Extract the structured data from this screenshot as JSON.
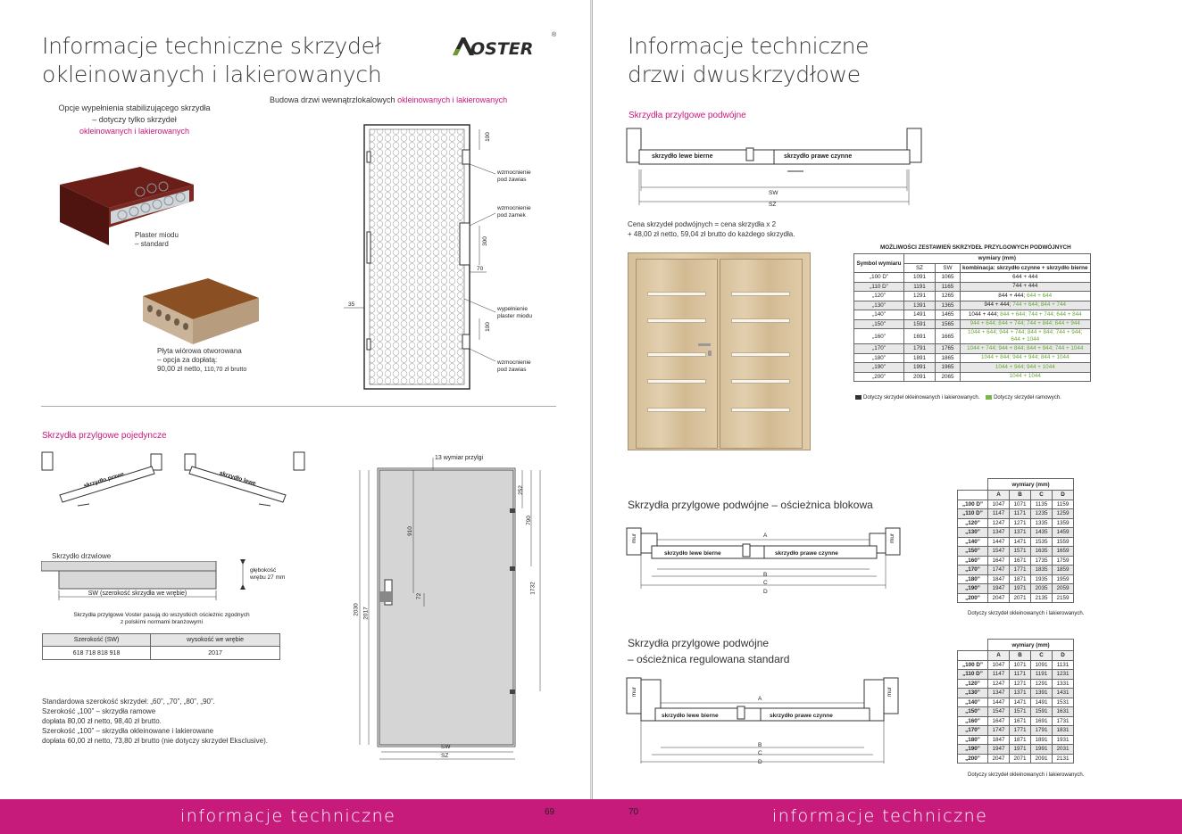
{
  "left": {
    "title_line1": "Informacje techniczne skrzydeł",
    "title_line2": "okleinowanych i lakierowanych",
    "logo": "VOSTER",
    "logo_reg": "®",
    "fill_options": {
      "line1": "Opcje wypełnienia stabilizującego skrzydła",
      "line2": "– dotyczy tylko skrzydeł",
      "line3": "okleinowanych i lakierowanych"
    },
    "honeycomb_label1": "Plaster miodu",
    "honeycomb_label2": "– standard",
    "chipboard_label1": "Płyta wiórowa otworowana",
    "chipboard_label2": "– opcja za dopłatą:",
    "chipboard_label3a": "90,00 zł netto,",
    "chipboard_label3b": "110,70 zł brutto",
    "structure_title": "Budowa drzwi wewnątrzlokalowych",
    "structure_title_pink": "okleinowanych i lakierowanych",
    "dims": {
      "d100a": "100",
      "d300": "300",
      "d70": "70",
      "d100b": "100",
      "d35": "35"
    },
    "annotations": {
      "hinge1": "wzmocnienie",
      "hinge2": "pod zawias",
      "lock1": "wzmocnienie",
      "lock2": "pod zamek",
      "fill1": "wypełnienie",
      "fill2": "plaster miodu",
      "hinge3": "wzmocnienie",
      "hinge4": "pod zawias"
    },
    "single_title": "Skrzydła przylgowe pojedyncze",
    "right_leaf": "skrzydło prawe",
    "left_leaf": "skrzydło lewe",
    "leaf_label": "Skrzydło drzwiowe",
    "rebate1": "głębokość",
    "rebate2": "wrębu 27 mm",
    "sw_label": "SW (szerokość skrzydła we wrębie)",
    "compat1": "Skrzydła przylgowe Voster pasują do wszystkich ościeżnic zgodnych",
    "compat2": "z polskimi normami branżowymi",
    "table": {
      "h1": "Szerokość (SW)",
      "h2": "wysokość we wrębie",
      "v1": "618  718  818  918",
      "v2": "2017"
    },
    "notes": [
      "Standardowa szerokość skrzydeł: „60”, „70”, „80”, „90”.",
      "Szerokość „100” – skrzydła ramowe",
      "dopłata 80,00 zł netto, 98,40 zł brutto.",
      "Szerokość „100” – skrzydła okleinowane i lakierowane",
      "dopłata 60,00 zł netto, 73,80 zł brutto (nie dotyczy skrzydeł Eksclusive)."
    ],
    "door_dims": {
      "rebate": "13 wymiar przylgi",
      "d252": "252",
      "d790": "790",
      "d910": "910",
      "d1732": "1732",
      "d72": "72",
      "d2030": "2030",
      "d2017": "2017",
      "sw": "SW",
      "sz": "SZ"
    }
  },
  "right": {
    "title_line1": "Informacje techniczne",
    "title_line2": "drzwi dwuskrzydłowe",
    "double_title": "Skrzydła przylgowe podwójne",
    "left_passive": "skrzydło lewe bierne",
    "right_active": "skrzydło prawe czynne",
    "sw": "SW",
    "sz": "SZ",
    "price1": "Cena skrzydeł podwójnych = cena skrzydła x 2",
    "price2": "+ 48,00 zł netto, 59,04 zł brutto do każdego skrzydła.",
    "combo_title": "MOŻLIWOŚCI ZESTAWIEŃ SKRZYDEŁ PRZYLGOWYCH PODWÓJNYCH",
    "combo_head": {
      "symbol": "Symbol wymiaru",
      "dims": "wymiary (mm)",
      "sz": "SZ",
      "sw": "SW",
      "combo": "kombinacja: skrzydło czynne + skrzydło bierne"
    },
    "combo_rows": [
      {
        "s": "„100 D”",
        "sz": "1091",
        "sw": "1065",
        "c1": "644 + 444",
        "c2": ""
      },
      {
        "s": "„110 D”",
        "sz": "1191",
        "sw": "1165",
        "c1": "744 + 444",
        "c2": ""
      },
      {
        "s": "„120”",
        "sz": "1291",
        "sw": "1265",
        "c1": "844 + 444;",
        "c2": "644 + 644"
      },
      {
        "s": "„130”",
        "sz": "1391",
        "sw": "1365",
        "c1": "944 + 444;",
        "c2": "744 + 644; 844 + 744"
      },
      {
        "s": "„140”",
        "sz": "1491",
        "sw": "1465",
        "c1": "1044 + 444;",
        "c2": "844 + 644; 744 + 744; 644 + 844"
      },
      {
        "s": "„150”",
        "sz": "1591",
        "sw": "1565",
        "c1": "",
        "c2": "944 + 644; 844 + 744; 744 + 844; 644 + 944"
      },
      {
        "s": "„160”",
        "sz": "1691",
        "sw": "1665",
        "c1": "",
        "c2": "1044 + 644; 944 + 744; 844 + 844; 744 + 944; 644 + 1044"
      },
      {
        "s": "„170”",
        "sz": "1791",
        "sw": "1765",
        "c1": "",
        "c2": "1044 + 744; 944 + 844; 844 + 944; 744 + 1044"
      },
      {
        "s": "„180”",
        "sz": "1891",
        "sw": "1865",
        "c1": "",
        "c2": "1044 + 844; 944 + 944; 844 + 1044"
      },
      {
        "s": "„190”",
        "sz": "1991",
        "sw": "1965",
        "c1": "",
        "c2": "1044 + 944; 944 + 1044"
      },
      {
        "s": "„200”",
        "sz": "2091",
        "sw": "2065",
        "c1": "",
        "c2": "1044 + 1044"
      }
    ],
    "legend1": "Dotyczy skrzydeł okleinowanych i lakierowanych.",
    "legend2": "Dotyczy skrzydeł ramowych.",
    "block_title": "Skrzydła przylgowe podwójne – ościeżnica blokowa",
    "reg_title1": "Skrzydła przylgowe podwójne",
    "reg_title2": "– ościeżnica regulowana standard",
    "mur": "mur",
    "letters": {
      "a": "A",
      "b": "B",
      "c": "C",
      "d": "D"
    },
    "dim_head": "wymiary (mm)",
    "block_rows": [
      [
        "„100 D”",
        "1047",
        "1071",
        "1135",
        "1159"
      ],
      [
        "„110 D”",
        "1147",
        "1171",
        "1235",
        "1259"
      ],
      [
        "„120”",
        "1247",
        "1271",
        "1335",
        "1359"
      ],
      [
        "„130”",
        "1347",
        "1371",
        "1435",
        "1459"
      ],
      [
        "„140”",
        "1447",
        "1471",
        "1535",
        "1559"
      ],
      [
        "„150”",
        "1547",
        "1571",
        "1635",
        "1659"
      ],
      [
        "„160”",
        "1647",
        "1671",
        "1735",
        "1759"
      ],
      [
        "„170”",
        "1747",
        "1771",
        "1835",
        "1859"
      ],
      [
        "„180”",
        "1847",
        "1871",
        "1935",
        "1959"
      ],
      [
        "„190”",
        "1947",
        "1971",
        "2035",
        "2059"
      ],
      [
        "„200”",
        "2047",
        "2071",
        "2135",
        "2159"
      ]
    ],
    "reg_rows": [
      [
        "„100 D”",
        "1047",
        "1071",
        "1091",
        "1131"
      ],
      [
        "„110 D”",
        "1147",
        "1171",
        "1191",
        "1231"
      ],
      [
        "„120”",
        "1247",
        "1271",
        "1291",
        "1331"
      ],
      [
        "„130”",
        "1347",
        "1371",
        "1391",
        "1431"
      ],
      [
        "„140”",
        "1447",
        "1471",
        "1491",
        "1531"
      ],
      [
        "„150”",
        "1547",
        "1571",
        "1591",
        "1631"
      ],
      [
        "„160”",
        "1647",
        "1671",
        "1691",
        "1731"
      ],
      [
        "„170”",
        "1747",
        "1771",
        "1791",
        "1831"
      ],
      [
        "„180”",
        "1847",
        "1871",
        "1891",
        "1931"
      ],
      [
        "„190”",
        "1947",
        "1971",
        "1991",
        "2031"
      ],
      [
        "„200”",
        "2047",
        "2071",
        "2091",
        "2131"
      ]
    ],
    "table_note": "Dotyczy skrzydeł okleinowanych i lakierowanych."
  },
  "footer": {
    "label_left": "informacje techniczne",
    "page_left": "69",
    "page_right": "70",
    "label_right": "informacje techniczne"
  }
}
